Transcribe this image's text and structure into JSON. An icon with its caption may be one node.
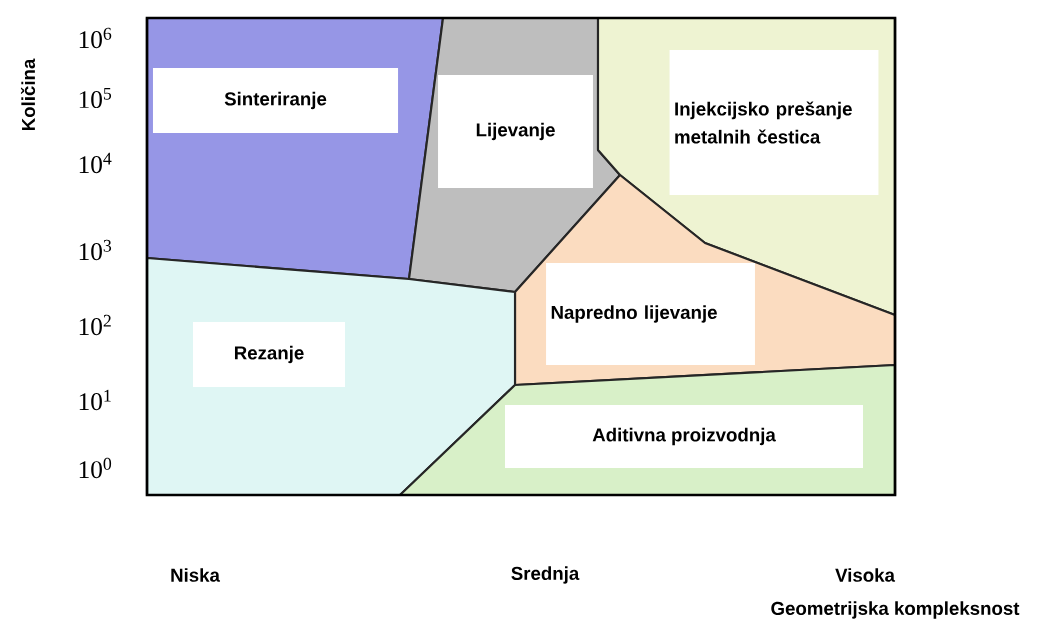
{
  "diagram": {
    "nodes": [
      {
        "text": [
          "Sinteriranje"
        ]
      },
      {
        "text": [
          "Lijevanje"
        ]
      },
      {
        "text": [
          "Injekcijsko prešanje metalnih čestica"
        ]
      },
      {
        "text": [
          "Napredno lijevanje"
        ]
      },
      {
        "text": [
          "Rezanje"
        ]
      },
      {
        "text": [
          "Aditivna proizvodnja"
        ]
      }
    ],
    "labels": [
      "Količina",
      "10$^{6}$",
      "10$^{5}$",
      "10$^{4}$",
      "10$^{3}$",
      "10$^{2}$",
      "10$^{1}$",
      "10$^{0}$",
      "Niska",
      "Srednja",
      "Visoka",
      "Geometrijska kompleksnost"
    ]
  }
}
